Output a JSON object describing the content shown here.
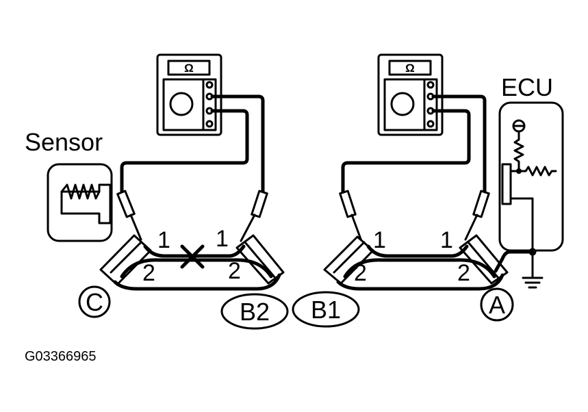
{
  "labels": {
    "sensor": "Sensor",
    "ecu": "ECU",
    "figure_code": "G03366965"
  },
  "meters": {
    "left_symbol": "Ω",
    "right_symbol": "Ω"
  },
  "connectors": {
    "c": "C",
    "b2": "B2",
    "b1": "B1",
    "a": "A"
  },
  "pins": {
    "c_pin1": "1",
    "c_pin2": "2",
    "b2_pin1": "1",
    "b2_pin2": "2",
    "b1_pin1": "1",
    "b1_pin2": "2",
    "a_pin1": "1",
    "a_pin2": "2"
  }
}
